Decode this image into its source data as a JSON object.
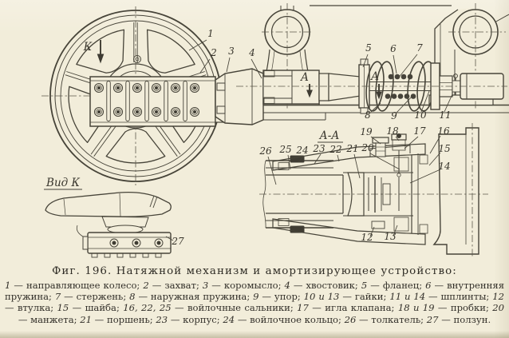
{
  "palette": {
    "paper": "#f2edda",
    "ink": "#474439",
    "text": "#2f2c25"
  },
  "figure": {
    "title": "Фиг. 196. Натяжной механизм и амортизирующее устройство:",
    "legend": [
      {
        "n": "1",
        "name": "направляющее колесо"
      },
      {
        "n": "2",
        "name": "захват"
      },
      {
        "n": "3",
        "name": "коромысло"
      },
      {
        "n": "4",
        "name": "хвостовик"
      },
      {
        "n": "5",
        "name": "фланец"
      },
      {
        "n": "6",
        "name": "внутренняя пружина"
      },
      {
        "n": "7",
        "name": "стержень"
      },
      {
        "n": "8",
        "name": "наружная пружина"
      },
      {
        "n": "9",
        "name": "упор"
      },
      {
        "n": "10 и 13",
        "name": "гайки"
      },
      {
        "n": "11 и 14",
        "name": "шплинты"
      },
      {
        "n": "12",
        "name": "втулка"
      },
      {
        "n": "15",
        "name": "шайба"
      },
      {
        "n": "16, 22, 25",
        "name": "войлочные сальники"
      },
      {
        "n": "17",
        "name": "игла клапана"
      },
      {
        "n": "18 и 19",
        "name": "пробки"
      },
      {
        "n": "20",
        "name": "манжета"
      },
      {
        "n": "21",
        "name": "поршень"
      },
      {
        "n": "23",
        "name": "корпус"
      },
      {
        "n": "24",
        "name": "войлочное кольцо"
      },
      {
        "n": "26",
        "name": "толкатель"
      },
      {
        "n": "27",
        "name": "ползун"
      }
    ]
  },
  "drawing": {
    "view_k": "Вид К",
    "section": "А-А",
    "dir_k": "К",
    "dir_a": "А",
    "callouts": {
      "c1": "1",
      "c2": "2",
      "c3": "3",
      "c4": "4",
      "c5": "5",
      "c6": "6",
      "c7": "7",
      "c8": "8",
      "c9": "9",
      "c10": "10",
      "c11": "11",
      "c12": "12",
      "c13": "13",
      "c14": "14",
      "c15": "15",
      "c16": "16",
      "c17": "17",
      "c18": "18",
      "c19": "19",
      "c20": "20",
      "c21": "21",
      "c22": "22",
      "c23": "23",
      "c24": "24",
      "c25": "25",
      "c26": "26",
      "c27": "27"
    }
  }
}
